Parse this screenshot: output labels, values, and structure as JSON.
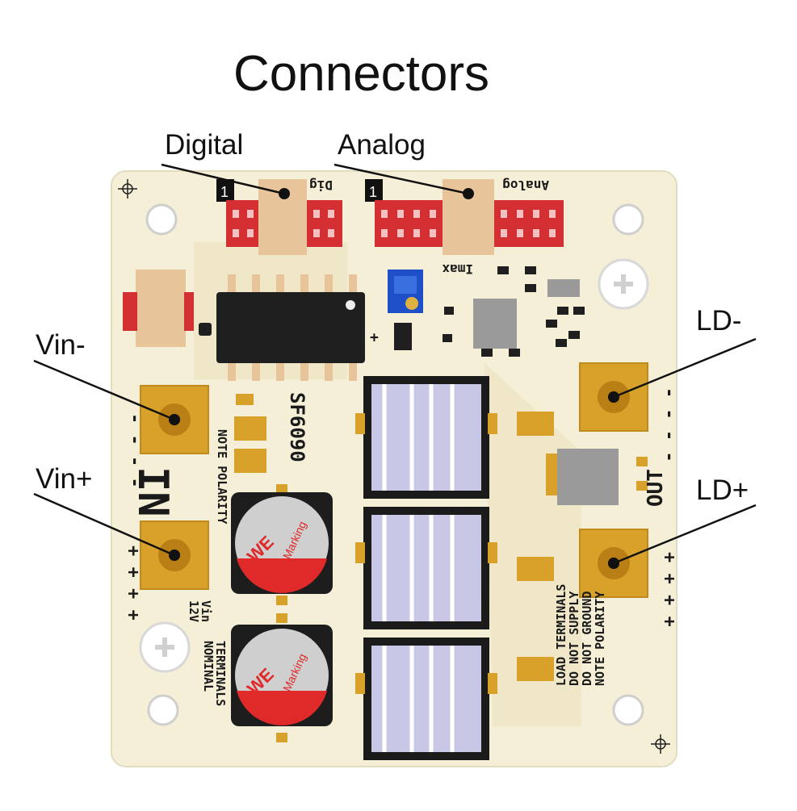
{
  "title": "Connectors",
  "callouts": {
    "digital": "Digital",
    "analog": "Analog",
    "vin_minus": "Vin-",
    "vin_plus": "Vin+",
    "ld_minus": "LD-",
    "ld_plus": "LD+"
  },
  "board": {
    "model": "SF6090",
    "dig_label": "Dig",
    "analog_label": "Analog",
    "imax_label": "Imax",
    "pin1_digital": "1",
    "pin1_analog": "1",
    "in_label": "IN",
    "out_label": "OUT",
    "note_polarity": "NOTE POLARITY",
    "vin_line1": "Vin",
    "vin_line2": "12V",
    "vin_terminals_line1": "TERMINALS",
    "vin_terminals_line2": "NOMINAL",
    "load_line1": "LOAD TERMINALS",
    "load_line2": "DO NOT SUPPLY",
    "load_line3": "DO NOT GROUND",
    "load_line4": "NOTE POLARITY",
    "cap_marking_1": "Marking",
    "cap_marking_2": "Marking",
    "cap_logo": "WE",
    "minus_marks": "- - - -",
    "plus_marks": "+ + + +"
  },
  "colors": {
    "board": "#f4efd6",
    "pad": "#d8a12a",
    "header": "#d42f32",
    "connector": "#e8c49a"
  }
}
